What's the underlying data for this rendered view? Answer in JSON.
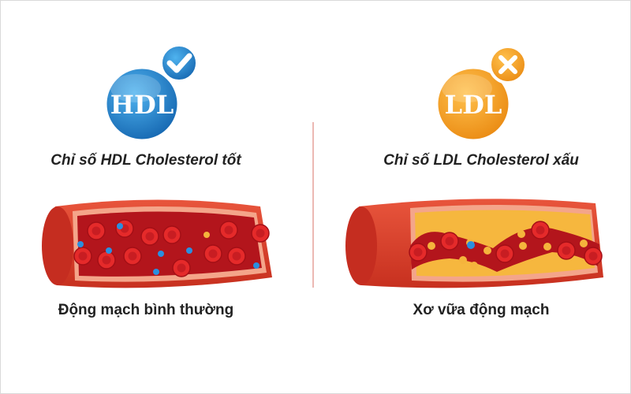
{
  "hdl": {
    "badge_text": "HDL",
    "caption": "Chỉ số HDL Cholesterol tốt",
    "vessel_label": "Động mạch bình thường",
    "status_icon": "check-icon",
    "color": "#1f7fc6"
  },
  "ldl": {
    "badge_text": "LDL",
    "caption": "Chỉ số LDL Cholesterol xấu",
    "vessel_label": "Xơ vữa động mạch",
    "status_icon": "x-icon",
    "color": "#f29a1f"
  },
  "colors": {
    "vessel_wall": "#d8402b",
    "blood": "#b3151c",
    "red_cell": "#e52a2a",
    "plaque": "#f5b43c",
    "hdl_particle": "#2a8fe0",
    "divider": "#e6a09a"
  }
}
